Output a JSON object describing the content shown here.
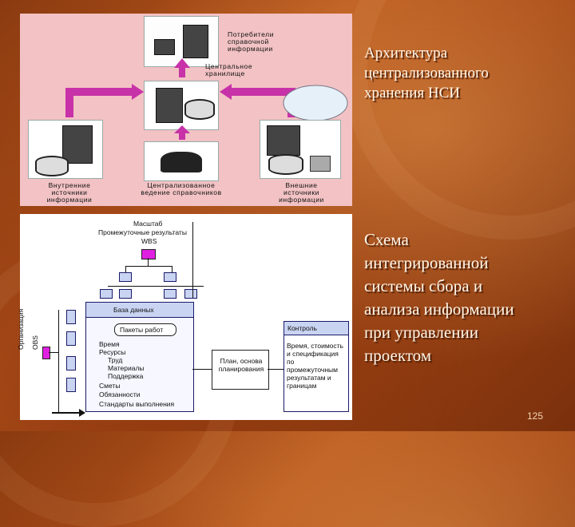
{
  "panel1": {
    "consumers": "Потребители справочной информации",
    "central_storage": "Центральное хранилище",
    "internal_sources": "Внутренние источники информации",
    "central_maintenance": "Централизованное ведение справочников",
    "external_sources": "Внешние источники информации"
  },
  "title1": "Архитектура централизованного хранения НСИ",
  "panel2": {
    "scale": "Масштаб",
    "intermediate_results": "Промежуточные результаты",
    "wbs": "WBS",
    "org_label": "Организация",
    "obs": "OBS",
    "database": "База данных",
    "work_packages": "Пакеты работ",
    "items": [
      "Время",
      "Ресурсы",
      "Труд",
      "Материалы",
      "Поддержка",
      "Сметы",
      "Обязанности",
      "Стандарты выполнения"
    ],
    "plan": "План, основа планирования",
    "control": "Контроль",
    "control_text": "Время, стоимость и спецификация по промежуточным результатам и границам"
  },
  "title2": "Схема интегрированной системы сбора и анализа информации при управлении проектом",
  "page_number": "125",
  "colors": {
    "panel1_bg": "#f2c2c4",
    "arrow": "#c832a8",
    "wbs_box": "#e020e0",
    "db_fill": "#c9d4f2"
  }
}
